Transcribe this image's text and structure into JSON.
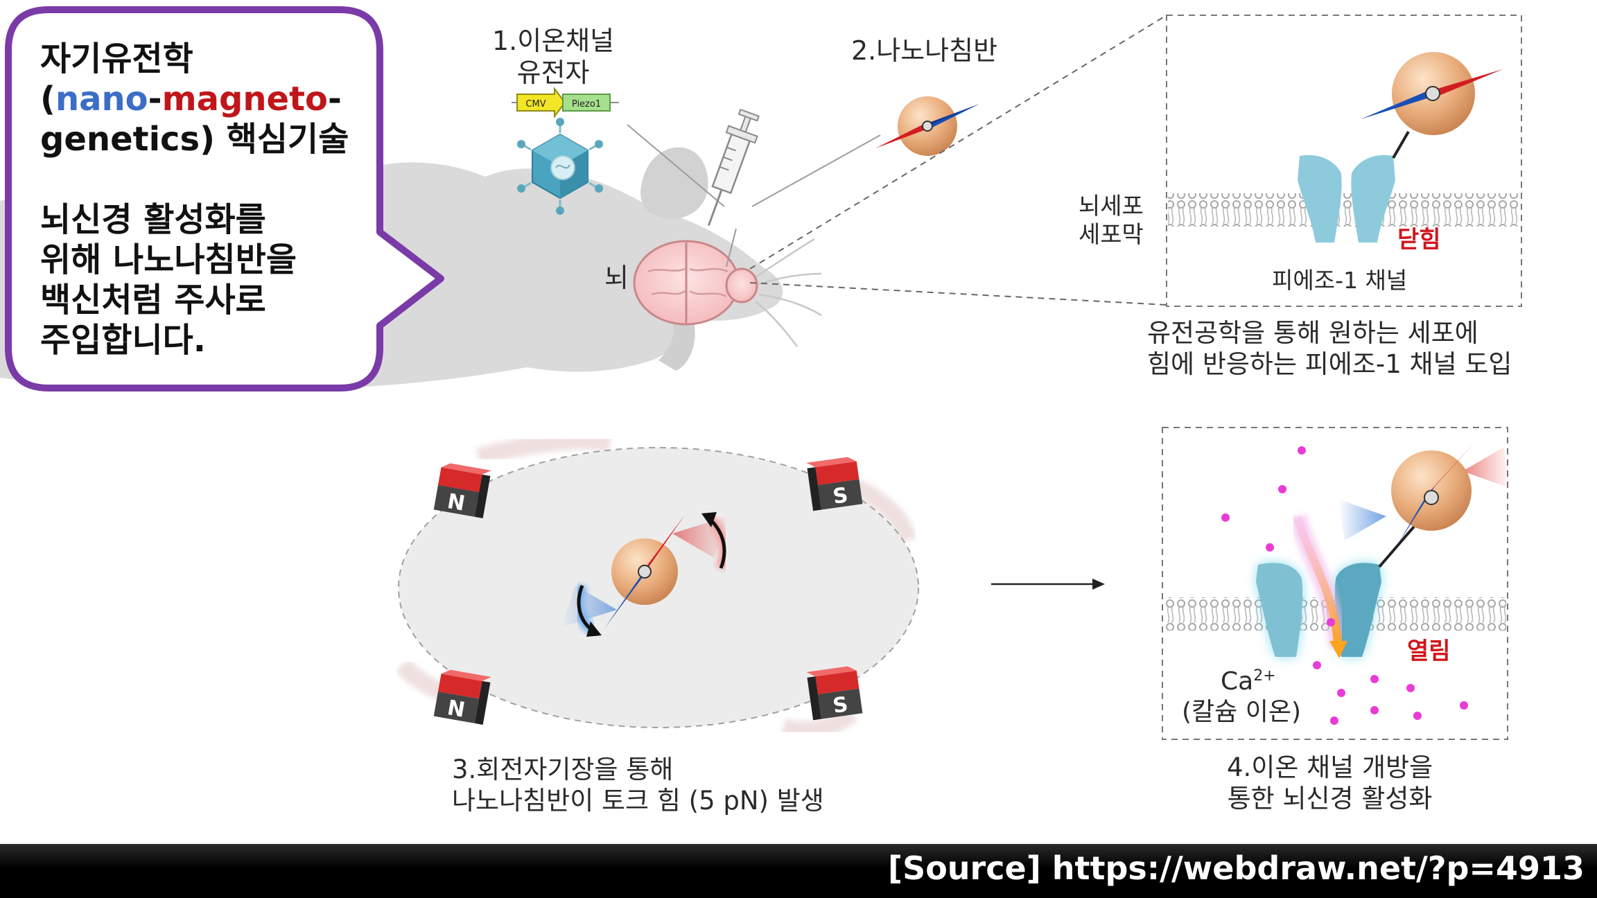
{
  "callout": {
    "line1": "자기유전학",
    "line2_open": "(",
    "line2_nano": "nano",
    "line2_dash1": "-",
    "line2_magneto": "magneto",
    "line2_dash2": "-",
    "line3": "genetics) 핵심기술",
    "line4": "뇌신경 활성화를",
    "line5": "위해 나노나침반을",
    "line6": "백신처럼 주사로",
    "line7": "주입합니다."
  },
  "top_left": {
    "step1_line1": "1.이온채널",
    "step1_line2": "유전자",
    "gene_cmv": "CMV",
    "gene_piezo": "Piezo1",
    "step2": "2.나노나침반",
    "brain_label": "뇌"
  },
  "top_right": {
    "membrane_line1": "뇌세포",
    "membrane_line2": "세포막",
    "closed": "닫힘",
    "channel": "피에조-1 채널",
    "caption1": "유전공학을 통해 원하는 세포에",
    "caption2": "힘에 반응하는 피에조-1 채널 도입"
  },
  "bottom_left": {
    "magnet_n": "N",
    "magnet_s": "S",
    "caption1": "3.회전자기장을 통해",
    "caption2": "나노나침반이 토크 힘 (5 pN) 발생"
  },
  "bottom_right": {
    "open": "열림",
    "ca_main": "Ca",
    "ca_sup": "2+",
    "ca_line2": "(칼슘 이온)",
    "caption1": "4.이온 채널 개방을",
    "caption2": "통한 뇌신경 활성화"
  },
  "footer": {
    "source": "[Source]  https://webdraw.net/?p=4913"
  },
  "colors": {
    "callout_border": "#7a3aa8",
    "nano_blue": "#3b6ec6",
    "magneto_red": "#c0161a",
    "channel_blue": "#8dcbdc",
    "label_red": "#d0161c"
  }
}
